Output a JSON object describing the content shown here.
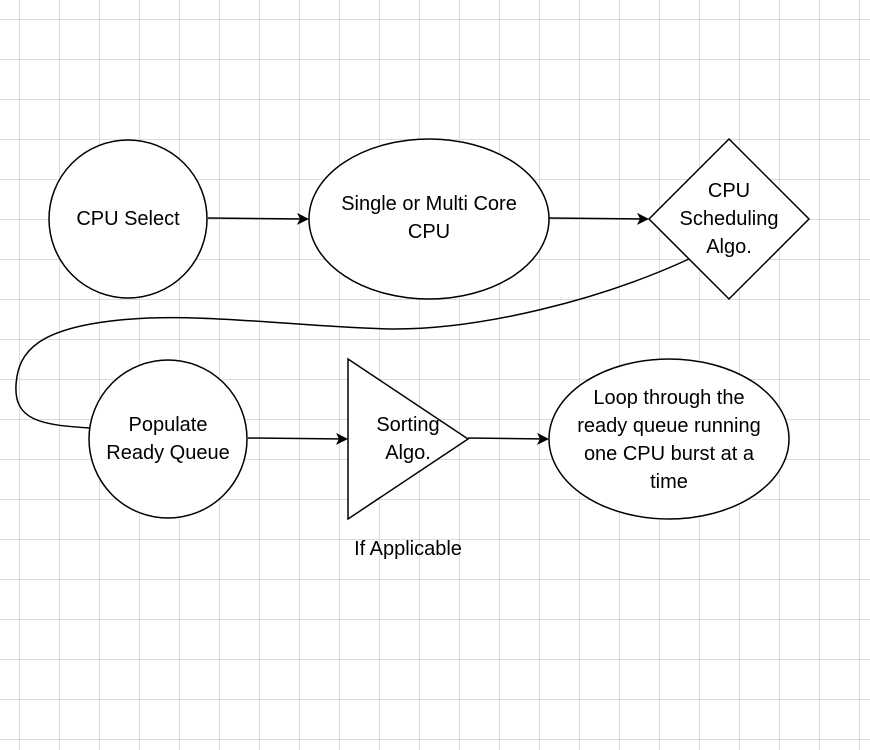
{
  "diagram": {
    "nodes": {
      "cpu_select": "CPU Select",
      "core_type": "Single or Multi Core\nCPU",
      "scheduling": "CPU\nScheduling\nAlgo.",
      "populate": "Populate\nReady Queue",
      "sorting": "Sorting\nAlgo.",
      "loop": "Loop through the\nready queue running\none CPU burst at a\ntime"
    },
    "annotations": {
      "if_applicable": "If Applicable"
    },
    "edges": [
      {
        "from": "cpu_select",
        "to": "core_type"
      },
      {
        "from": "core_type",
        "to": "scheduling"
      },
      {
        "from": "scheduling",
        "to": "populate"
      },
      {
        "from": "populate",
        "to": "sorting"
      },
      {
        "from": "sorting",
        "to": "loop"
      }
    ],
    "colors": {
      "stroke": "#000000",
      "fill": "#ffffff",
      "grid": "#dcdcdc"
    }
  }
}
